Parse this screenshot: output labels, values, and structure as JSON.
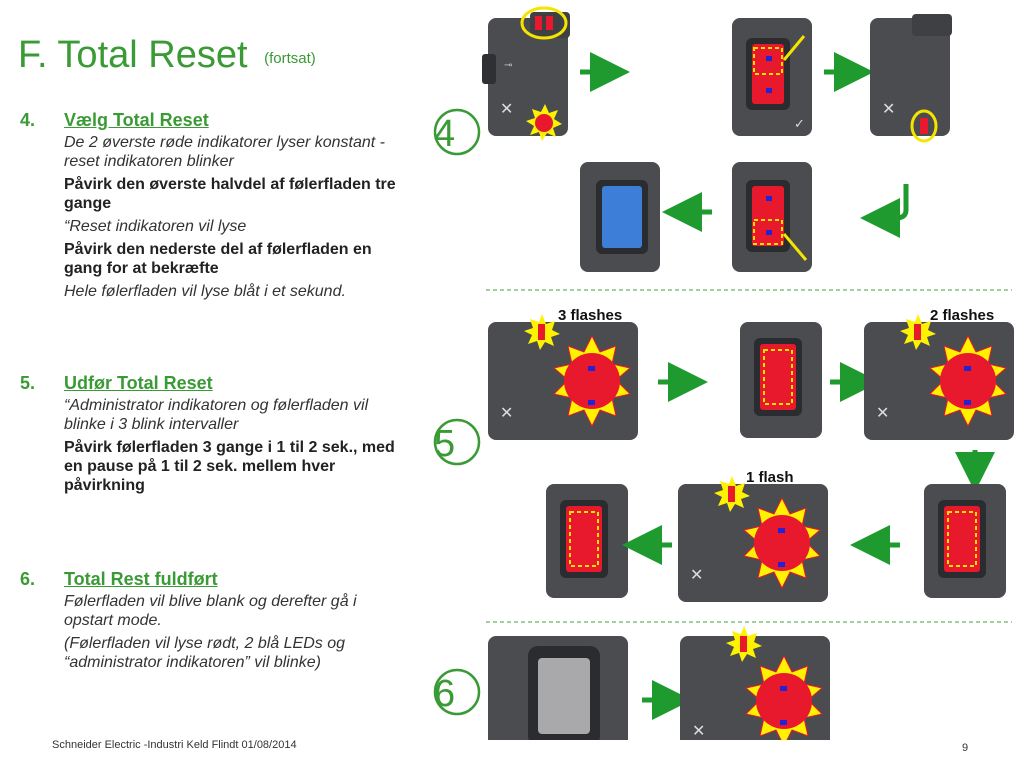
{
  "slide": {
    "title": "F.  Total Reset",
    "title_suffix": "(fortsat)"
  },
  "steps": [
    {
      "number": "4.",
      "heading": "Vælg Total Reset",
      "lines": [
        {
          "style": "italic",
          "text": "De 2 øverste røde indikatorer lyser konstant - reset indikatoren blinker"
        },
        {
          "style": "bold",
          "text": "Påvirk den øverste halvdel af følerfladen tre gange"
        },
        {
          "style": "italic",
          "text": "“Reset indikatoren vil lyse"
        },
        {
          "style": "bold",
          "text": "Påvirk den nederste del af følerfladen en gang for at bekræfte"
        },
        {
          "style": "italic",
          "text": "Hele følerfladen vil lyse blåt i et sekund."
        }
      ]
    },
    {
      "number": "5.",
      "heading": "Udfør Total Reset",
      "lines": [
        {
          "style": "italic",
          "text": "“Administrator indikatoren og følerfladen vil blinke i 3 blink intervaller"
        },
        {
          "style": "bold",
          "text": "Påvirk følerfladen 3 gange i 1 til 2 sek., med en pause på 1 til 2 sek. mellem hver påvirkning"
        }
      ]
    },
    {
      "number": "6.",
      "heading": "Total Rest fuldført",
      "lines": [
        {
          "style": "italic",
          "text": "Følerfladen vil blive blank og derefter gå i opstart mode."
        },
        {
          "style": "italic",
          "text": "(Følerfladen vil lyse rødt, 2 blå LEDs og “administrator indikatoren” vil blinke)"
        }
      ]
    }
  ],
  "figures": {
    "section_numbers": [
      "4",
      "5",
      "6"
    ],
    "flash_labels": {
      "three": "3 flashes",
      "two": "2 flashes",
      "one": "1 flash"
    }
  },
  "footer": {
    "text": "Schneider Electric -Industri Keld Flindt 01/08/2014",
    "page": "9"
  },
  "colors": {
    "accent_green": "#3a9a35",
    "arrow_green": "#1e9a2e",
    "device_body": "#4a4c50",
    "pad_red": "#e8192c",
    "pad_blue": "#3d7fd8",
    "burst_yellow": "#fff200",
    "ring_yellow": "#f5e400",
    "divider": "#7ec27a"
  }
}
